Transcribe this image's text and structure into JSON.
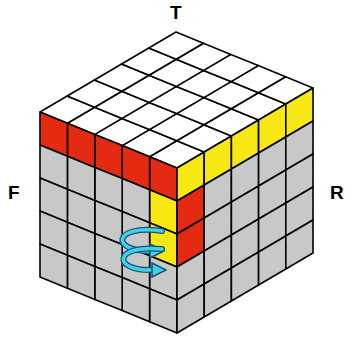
{
  "diagram": {
    "labels": [
      "T",
      "F",
      "R"
    ]
  }
}
